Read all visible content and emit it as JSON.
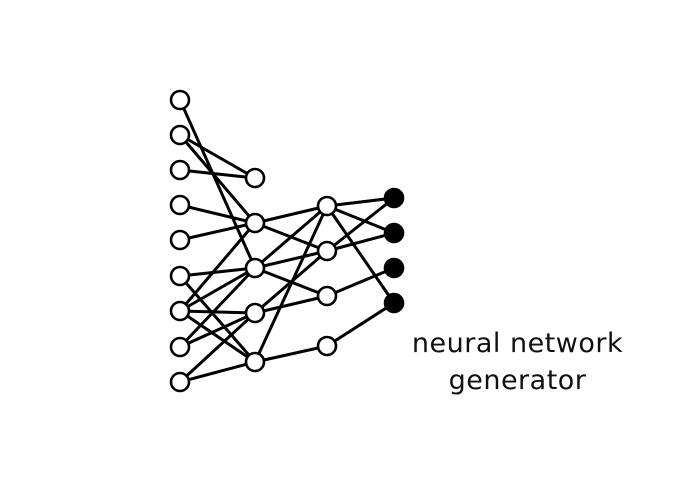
{
  "caption": {
    "line1": "neural network",
    "line2": "generator"
  },
  "network": {
    "layers": [
      9,
      5,
      4,
      4
    ],
    "output_fill": "#000000",
    "node_fill": "#ffffff",
    "stroke": "#000000"
  }
}
